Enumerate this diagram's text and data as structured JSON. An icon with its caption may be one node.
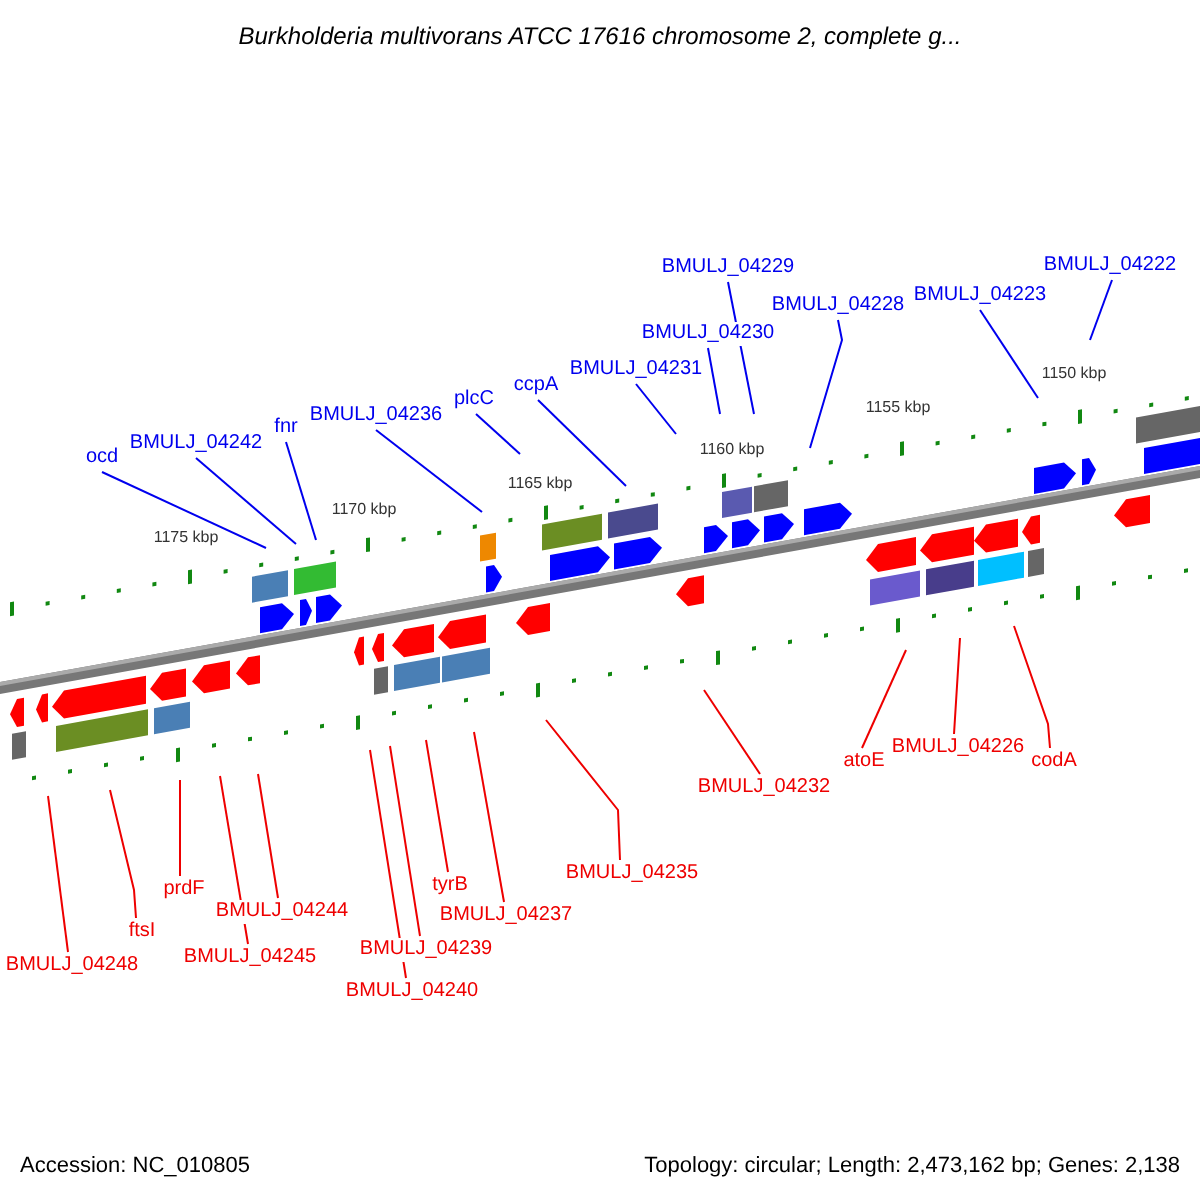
{
  "diagram": {
    "title": "Burkholderia multivorans ATCC 17616 chromosome 2, complete g...",
    "nodes": [
      {
        "text": [
          "ocd"
        ]
      },
      {
        "text": [
          "BMULJ_04242"
        ]
      },
      {
        "text": [
          "fnr"
        ]
      },
      {
        "text": [
          "BMULJ_04236"
        ]
      },
      {
        "text": [
          "plcC"
        ]
      },
      {
        "text": [
          "ccpA"
        ]
      },
      {
        "text": [
          "BMULJ_04231"
        ]
      },
      {
        "text": [
          "BMULJ_04230"
        ]
      },
      {
        "text": [
          "BMULJ_04229"
        ]
      },
      {
        "text": [
          "BMULJ_04228"
        ]
      },
      {
        "text": [
          "BMULJ_04223"
        ]
      },
      {
        "text": [
          "BMULJ_04222"
        ]
      },
      {
        "text": [
          "BMULJ_04248"
        ]
      },
      {
        "text": [
          "ftsI"
        ]
      },
      {
        "text": [
          "prdF"
        ]
      },
      {
        "text": [
          "BMULJ_04245"
        ]
      },
      {
        "text": [
          "BMULJ_04244"
        ]
      },
      {
        "text": [
          "BMULJ_04240"
        ]
      },
      {
        "text": [
          "BMULJ_04239"
        ]
      },
      {
        "text": [
          "tyrB"
        ]
      },
      {
        "text": [
          "BMULJ_04237"
        ]
      },
      {
        "text": [
          "BMULJ_04235"
        ]
      },
      {
        "text": [
          "BMULJ_04232"
        ]
      },
      {
        "text": [
          "atoE"
        ]
      },
      {
        "text": [
          "BMULJ_04226"
        ]
      },
      {
        "text": [
          "codA"
        ]
      }
    ],
    "edges": [
      {
        "from": 0,
        "to": null,
        "arrow": "none",
        "color": "#0000ee"
      },
      {
        "from": 1,
        "to": null,
        "arrow": "none",
        "color": "#0000ee"
      },
      {
        "from": 2,
        "to": null,
        "arrow": "none",
        "color": "#0000ee"
      },
      {
        "from": 3,
        "to": null,
        "arrow": "none",
        "color": "#0000ee"
      },
      {
        "from": 4,
        "to": null,
        "arrow": "none",
        "color": "#0000ee"
      },
      {
        "from": 5,
        "to": null,
        "arrow": "none",
        "color": "#0000ee"
      },
      {
        "from": 6,
        "to": null,
        "arrow": "none",
        "color": "#0000ee"
      },
      {
        "from": 7,
        "to": null,
        "arrow": "none",
        "color": "#0000ee"
      },
      {
        "from": 8,
        "to": null,
        "arrow": "none",
        "color": "#0000ee"
      },
      {
        "from": 9,
        "to": null,
        "arrow": "none",
        "color": "#0000ee"
      },
      {
        "from": 10,
        "to": null,
        "arrow": "none",
        "color": "#0000ee"
      },
      {
        "from": 11,
        "to": null,
        "arrow": "none",
        "color": "#0000ee"
      },
      {
        "from": 12,
        "to": null,
        "arrow": "none"
      },
      {
        "from": 13,
        "to": null,
        "arrow": "none"
      },
      {
        "from": 14,
        "to": null,
        "arrow": "none"
      },
      {
        "from": 15,
        "to": null,
        "arrow": "none"
      },
      {
        "from": 16,
        "to": null,
        "arrow": "none"
      },
      {
        "from": 17,
        "to": null,
        "arrow": "none"
      },
      {
        "from": 18,
        "to": null,
        "arrow": "none"
      },
      {
        "from": 19,
        "to": null,
        "arrow": "none"
      },
      {
        "from": 20,
        "to": null,
        "arrow": "none"
      },
      {
        "from": 21,
        "to": null,
        "arrow": "none"
      },
      {
        "from": 22,
        "to": null,
        "arrow": "none"
      },
      {
        "from": 23,
        "to": null,
        "arrow": "none"
      },
      {
        "from": 24,
        "to": null,
        "arrow": "none"
      },
      {
        "from": 25,
        "to": null,
        "arrow": "none"
      }
    ],
    "labels": [
      "1175 kbp",
      "1170 kbp",
      "1165 kbp",
      "1160 kbp",
      "1155 kbp",
      "1150 kbp",
      "Accession: NC_010805",
      "Topology: circular; Length: 2,473,162 bp; Genes: 2,138"
    ]
  }
}
